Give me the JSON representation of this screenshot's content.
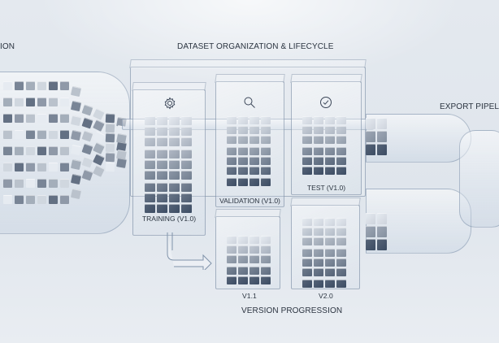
{
  "labels": {
    "left_section": "ION",
    "title": "DATASET ORGANIZATION & LIFECYCLE",
    "export": "EXPORT PIPELIN",
    "training": "TRAINING (V1.0)",
    "validation": "VALIDATION (V1.0)",
    "test": "TEST (V1.0)",
    "v11": "V1.1",
    "v20": "V2.0",
    "version_progression": "VERSION PROGRESSION"
  },
  "icons": {
    "training": "gear-icon",
    "validation": "search-icon",
    "test": "check-circle-icon"
  },
  "colors": {
    "cube_light": "#e6ebf1",
    "cube_mid": "#8ea4bd",
    "cube_dark": "#3c4c63",
    "line": "#6e829b"
  }
}
